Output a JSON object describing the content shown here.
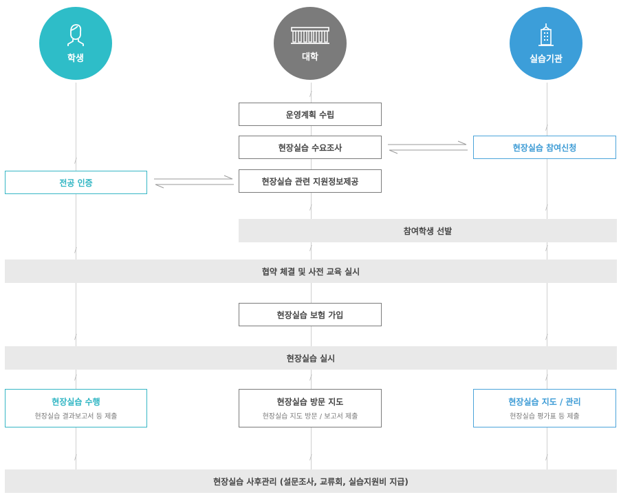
{
  "actors": {
    "student": {
      "label": "학생",
      "icon": "student-icon",
      "color": "#2ebdc8"
    },
    "university": {
      "label": "대학",
      "icon": "university-building-icon",
      "color": "#7b7b7b"
    },
    "institution": {
      "label": "실습기관",
      "icon": "office-building-icon",
      "color": "#3c9ed9"
    }
  },
  "steps": {
    "plan": "운영계획 수립",
    "survey": "현장실습 수요조사",
    "support_info": "현장실습 관련 지원정보제공",
    "apply": "현장실습 참여신청",
    "major_cert": "전공 인증",
    "select_students": "참여학생 선발",
    "agreement": "협약 체결 및 사전 교육 실시",
    "insurance": "현장실습 보험 가입",
    "conduct": "현장실습 실시",
    "perform_title": "현장실습 수행",
    "perform_sub": "현장실습 결과보고서 등 제출",
    "visit_title": "현장실습 방문 지도",
    "visit_sub": "현장실습 지도 방문 / 보고서 제출",
    "guide_title": "현장실습 지도 / 관리",
    "guide_sub": "현장실습 평가표 등 제출",
    "followup": "현장실습 사후관리 (설문조사, 교류회, 실습지원비 지급)"
  }
}
